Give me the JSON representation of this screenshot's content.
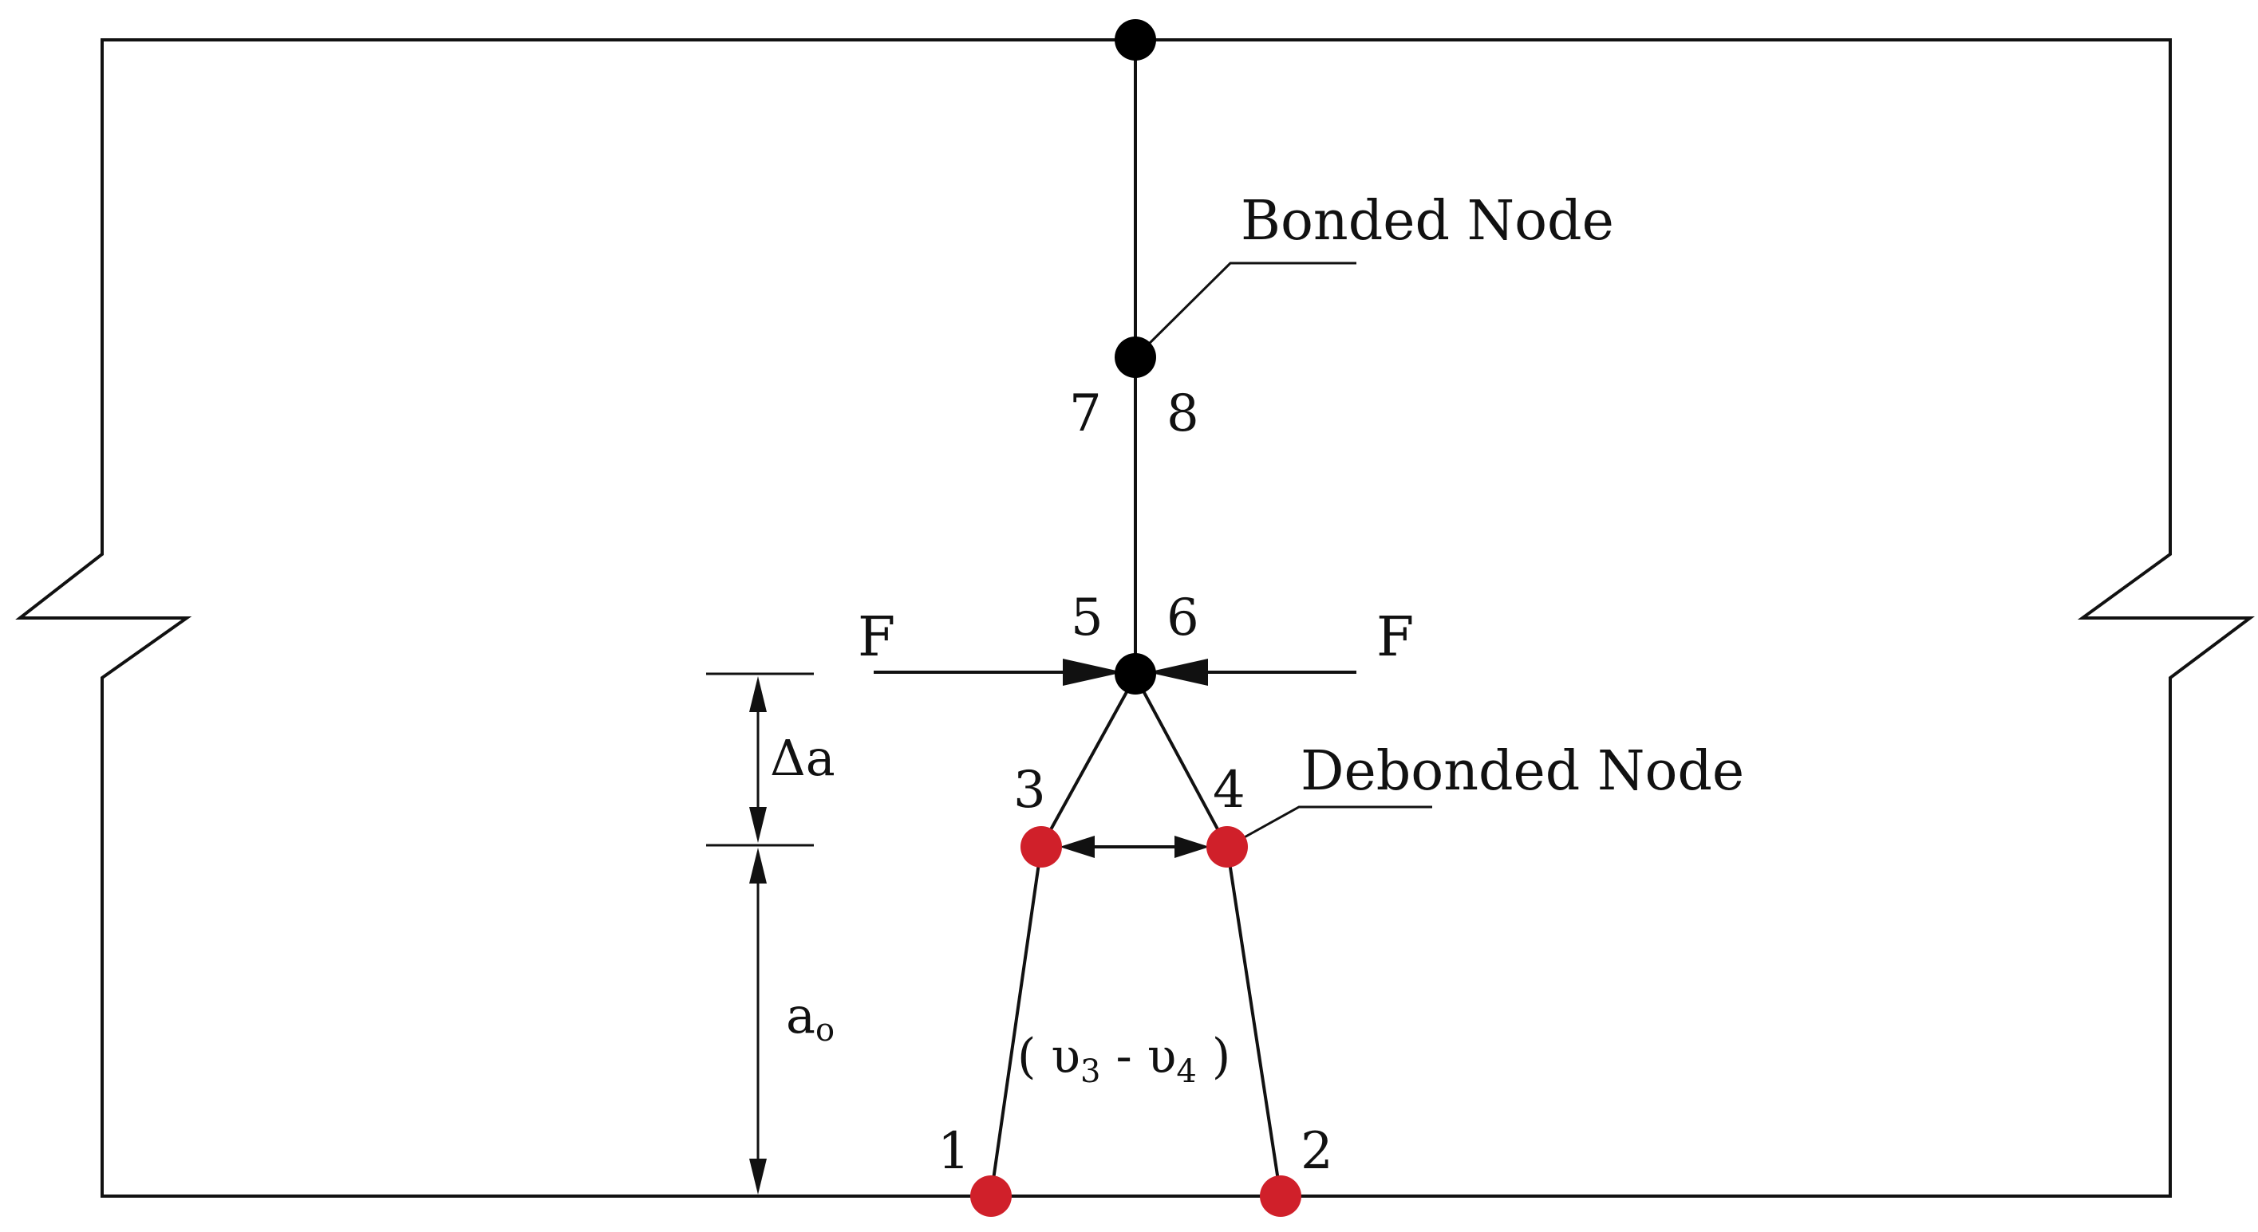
{
  "labels": {
    "bonded_node": "Bonded Node",
    "debonded_node": "Debonded Node",
    "force_left": "F",
    "force_right": "F",
    "delta_a": "Δa",
    "a0_main": "a",
    "a0_sub": "o",
    "crack_opening": {
      "open": "( υ",
      "sub3": "3",
      "mid": " - υ",
      "sub4": "4",
      "close": " )"
    }
  },
  "node_numbers": [
    "1",
    "2",
    "3",
    "4",
    "5",
    "6",
    "7",
    "8"
  ],
  "colors": {
    "outline": "#111111",
    "bonded_node": "#000000",
    "debonded_node": "#d0202a",
    "background": "#ffffff"
  }
}
